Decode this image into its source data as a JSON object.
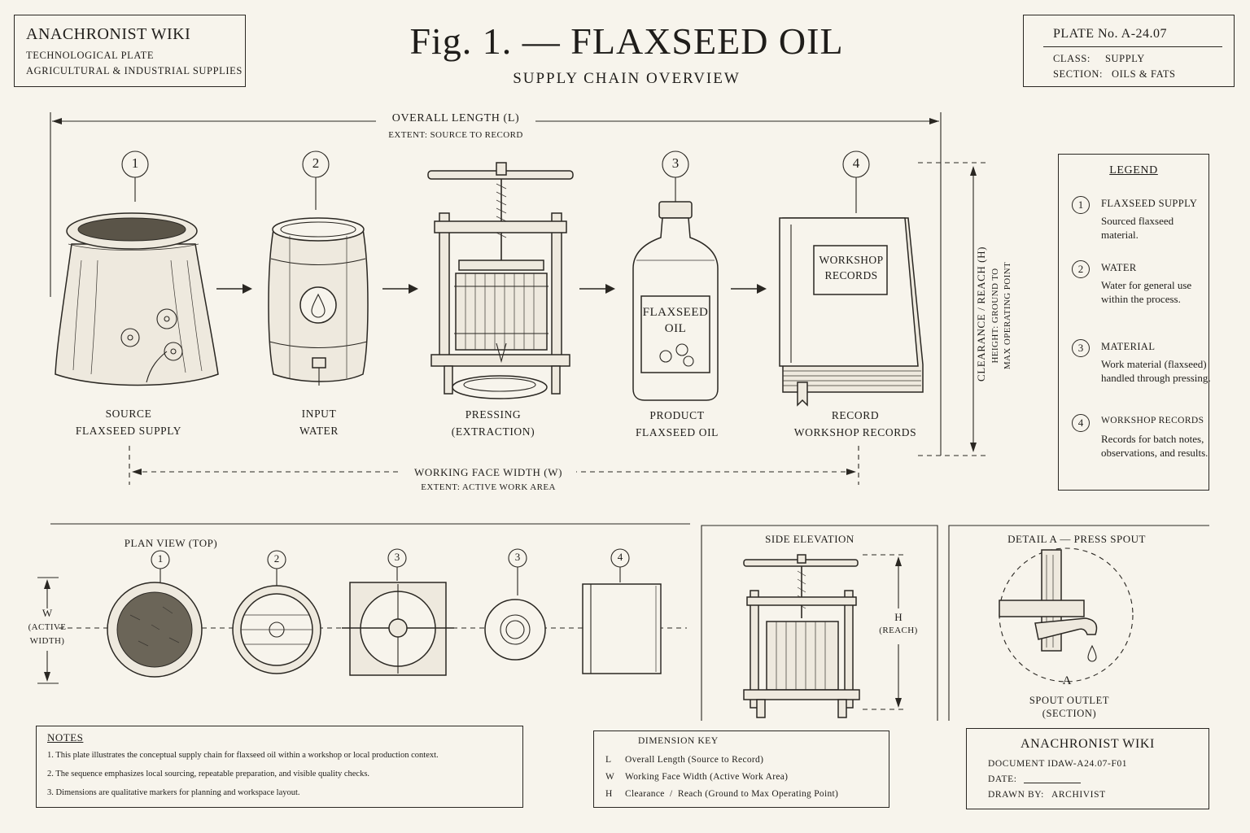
{
  "header_left": {
    "site": "ANACHRONIST WIKI",
    "line1": "TECHNOLOGICAL PLATE",
    "line2": "AGRICULTURAL & INDUSTRIAL SUPPLIES"
  },
  "title": "Fig. 1. — FLAXSEED OIL",
  "subtitle": "SUPPLY CHAIN OVERVIEW",
  "plate": {
    "number": "PLATE No. A-24.07",
    "class_label": "CLASS:",
    "class_value": "SUPPLY",
    "section_label": "SECTION:",
    "section_value": "OILS & FATS"
  },
  "dimensions": {
    "length_label": "OVERALL LENGTH (L)",
    "length_extent": "EXTENT: SOURCE TO RECORD",
    "width_label": "WORKING FACE WIDTH (W)",
    "width_extent": "EXTENT: ACTIVE WORK AREA",
    "height_label": "CLEARANCE / REACH (H)",
    "height_line1": "HEIGHT: GROUND TO",
    "height_line2": "MAX OPERATING POINT"
  },
  "stages": [
    {
      "marker": "1",
      "line1": "SOURCE",
      "line2": "FLAXSEED SUPPLY"
    },
    {
      "marker": "2",
      "line1": "INPUT",
      "line2": "WATER"
    },
    {
      "marker": "",
      "line1": "PRESSING",
      "line2": "(EXTRACTION)"
    },
    {
      "marker": "3",
      "line1": "PRODUCT",
      "line2": "FLAXSEED OIL"
    },
    {
      "marker": "4",
      "line1": "RECORD",
      "line2": "WORKSHOP RECORDS"
    }
  ],
  "bottle_label": {
    "line1": "FLAXSEED",
    "line2": "OIL"
  },
  "book_label": {
    "line1": "WORKSHOP",
    "line2": "RECORDS"
  },
  "legend": {
    "title": "LEGEND",
    "items": [
      {
        "num": "1",
        "title": "FLAXSEED SUPPLY",
        "desc": "Sourced flaxseed material."
      },
      {
        "num": "2",
        "title": "WATER",
        "desc": "Water for general use within the process."
      },
      {
        "num": "3",
        "title": "MATERIAL",
        "desc": "Work material (flaxseed) handled through pressing."
      },
      {
        "num": "4",
        "title": "WORKSHOP RECORDS",
        "desc": "Records for batch notes, observations, and results."
      }
    ]
  },
  "plan": {
    "title": "PLAN VIEW (TOP)",
    "markers": [
      "1",
      "2",
      "3",
      "3",
      "4"
    ],
    "w_label": "W",
    "w_sub1": "(ACTIVE",
    "w_sub2": "WIDTH)"
  },
  "side": {
    "title": "SIDE ELEVATION",
    "h_label": "H",
    "h_sub": "(REACH)"
  },
  "detail": {
    "title": "DETAIL A — PRESS SPOUT",
    "marker": "A",
    "caption1": "SPOUT OUTLET",
    "caption2": "(SECTION)"
  },
  "notes": {
    "title": "NOTES",
    "items": [
      "1.  This plate illustrates the conceptual supply chain for flaxseed oil within a workshop or local production context.",
      "2.  The sequence emphasizes local sourcing, repeatable preparation, and visible quality checks.",
      "3.  Dimensions are qualitative markers for planning and workspace layout."
    ]
  },
  "dimension_key": {
    "title": "DIMENSION KEY",
    "rows": [
      {
        "key": "L",
        "text": "Overall Length (Source to Record)"
      },
      {
        "key": "W",
        "text": "Working Face Width (Active Work Area)"
      },
      {
        "key": "H",
        "text": "Clearance  /  Reach (Ground to Max Operating Point)"
      }
    ]
  },
  "title_block": {
    "site": "ANACHRONIST WIKI",
    "doc_label": "DOCUMENT ID:",
    "doc_value": "AW-A24.07-F01",
    "date_label": "DATE:",
    "date_value": "",
    "drawn_label": "DRAWN BY:",
    "drawn_value": "ARCHIVIST"
  }
}
